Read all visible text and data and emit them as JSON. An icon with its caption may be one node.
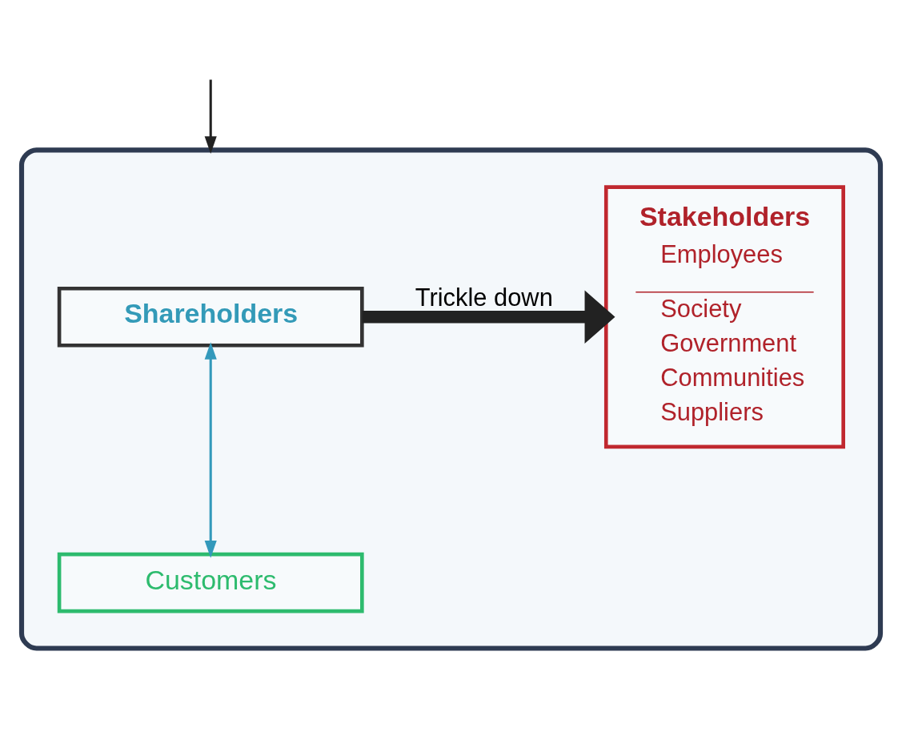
{
  "diagram": {
    "nodes": [
      {
        "text": [],
        "shape": "box"
      },
      {
        "text": [
          "Shareholders"
        ],
        "in": 0
      },
      {
        "text": [
          "Customers"
        ],
        "in": 0
      },
      {
        "text": [
          "Stakeholders",
          "Employees",
          "Society",
          "Government",
          "Communities",
          "Suppliers"
        ],
        "in": 0
      }
    ],
    "edges": [
      {
        "from": null,
        "to": 0,
        "arrow": "to"
      },
      {
        "from": 1,
        "to": 3,
        "arrow": "to",
        "label": "Trickle down",
        "style": "thick"
      },
      {
        "from": 1,
        "to": 2,
        "arrow": "both",
        "color": "#3399bb"
      }
    ]
  }
}
